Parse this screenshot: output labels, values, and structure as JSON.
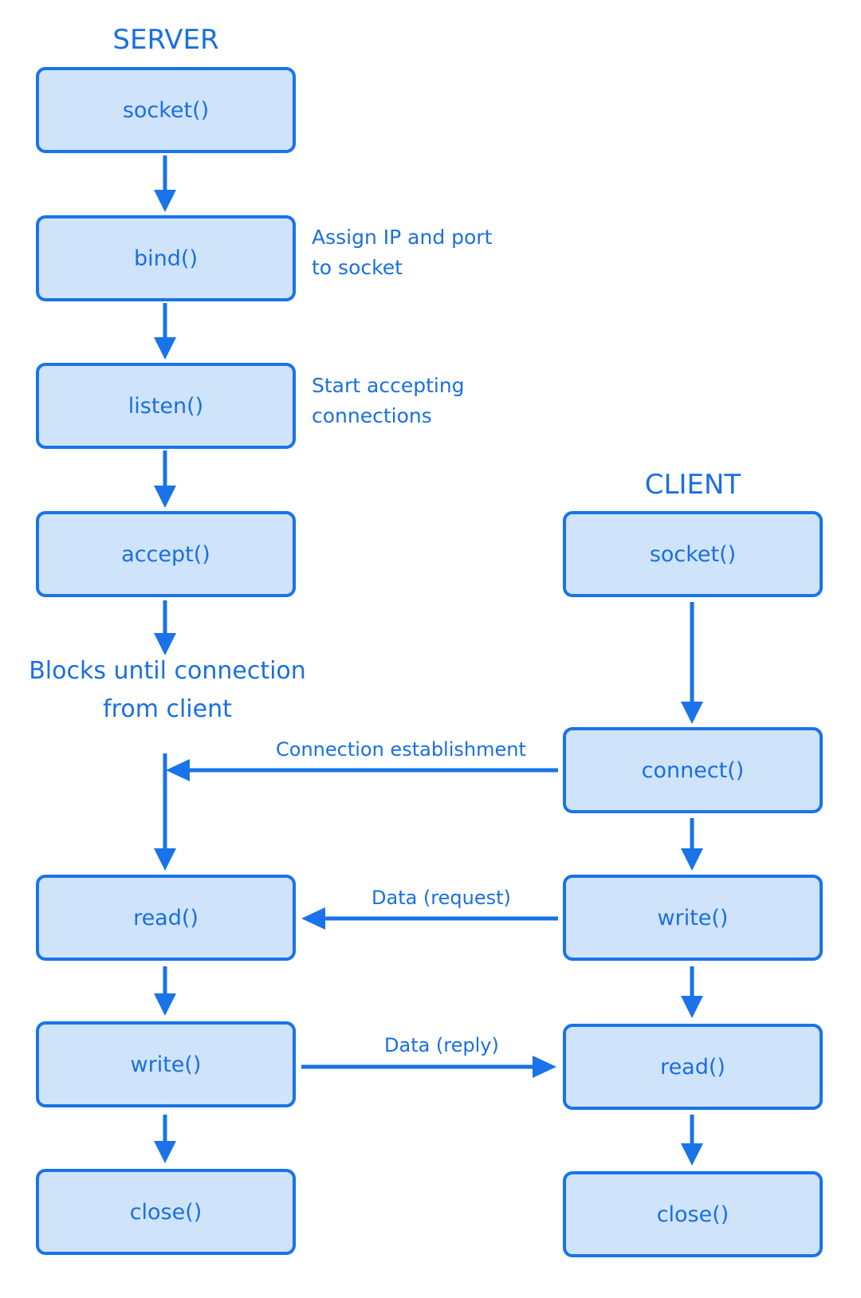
{
  "server": {
    "heading": "SERVER",
    "socket": "socket()",
    "bind": "bind()",
    "bind_note": [
      "Assign IP and port",
      "to socket"
    ],
    "listen": "listen()",
    "listen_note": [
      "Start accepting",
      "connections"
    ],
    "accept": "accept()",
    "blocks_text": [
      "Blocks until connection",
      "from client"
    ],
    "read": "read()",
    "write": "write()",
    "close": "close()"
  },
  "client": {
    "heading": "CLIENT",
    "socket": "socket()",
    "connect": "connect()",
    "write": "write()",
    "read": "read()",
    "close": "close()"
  },
  "messages": {
    "connection": "Connection establishment",
    "request": "Data (request)",
    "reply": "Data (reply)"
  },
  "colors": {
    "box_fill": "#cfe3fb",
    "stroke": "#1a73e8",
    "text": "#1a6fe0"
  }
}
